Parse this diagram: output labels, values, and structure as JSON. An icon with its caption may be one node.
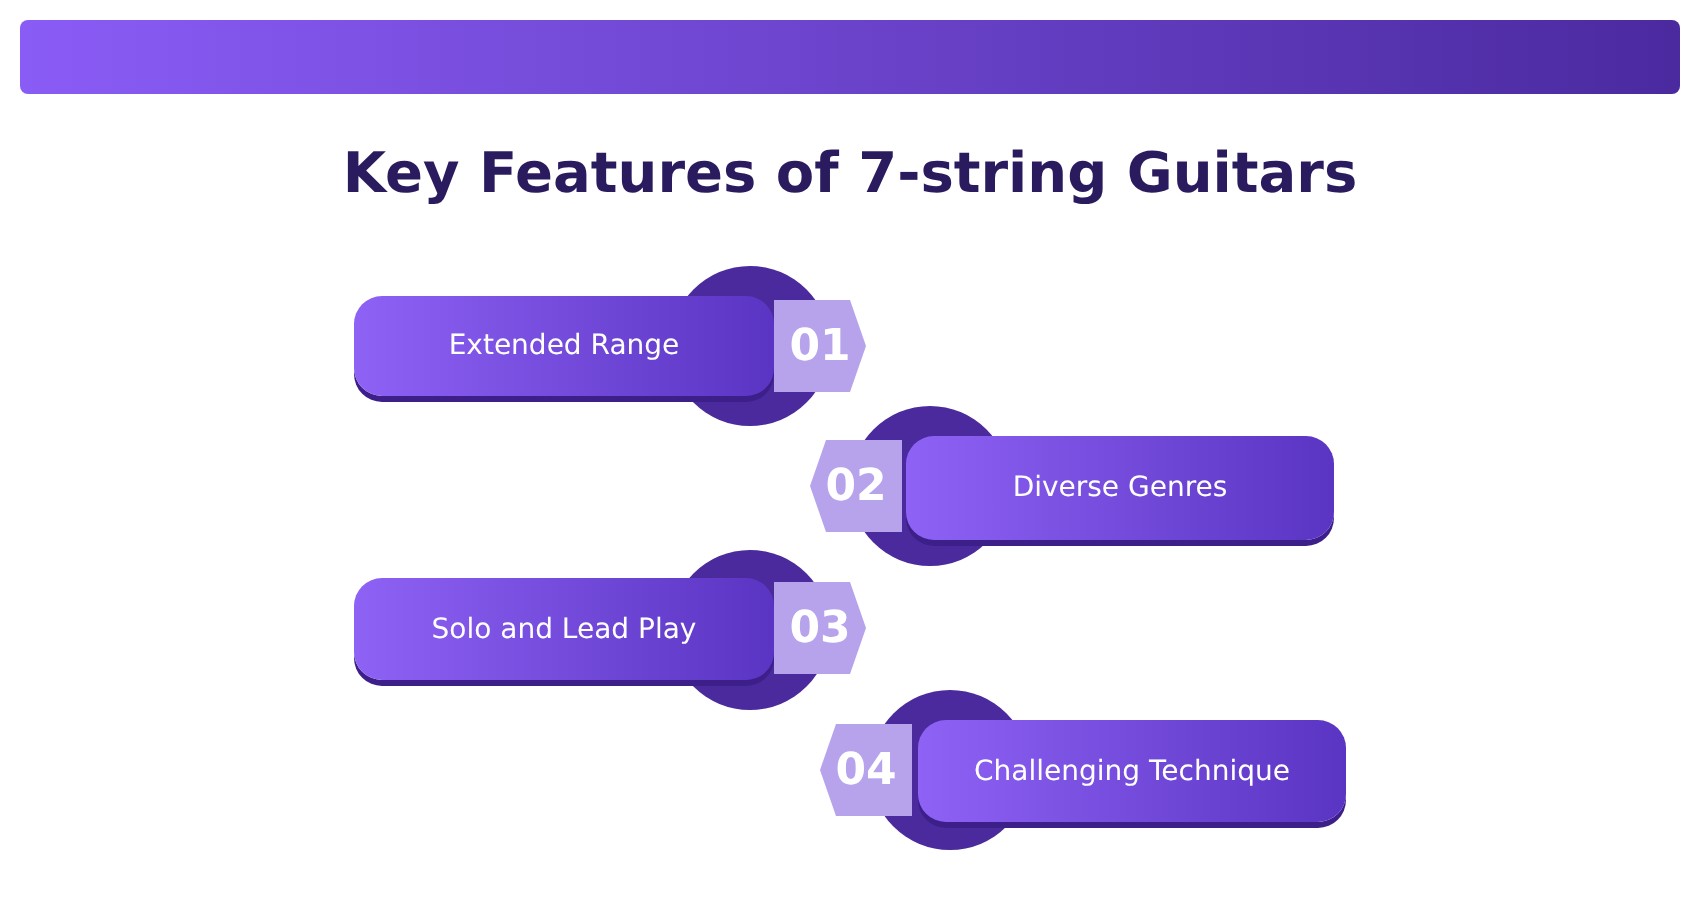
{
  "diagram": {
    "title": "Key Features of 7-string Guitars",
    "nodes": [
      {
        "text": [
          "Extended Range"
        ]
      },
      {
        "text": [
          "01"
        ]
      },
      {
        "text": [
          "Diverse Genres"
        ]
      },
      {
        "text": [
          "02"
        ]
      },
      {
        "text": [
          "Solo and Lead Play"
        ]
      },
      {
        "text": [
          "03"
        ]
      },
      {
        "text": [
          "Challenging Technique"
        ]
      },
      {
        "text": [
          "04"
        ]
      }
    ]
  }
}
